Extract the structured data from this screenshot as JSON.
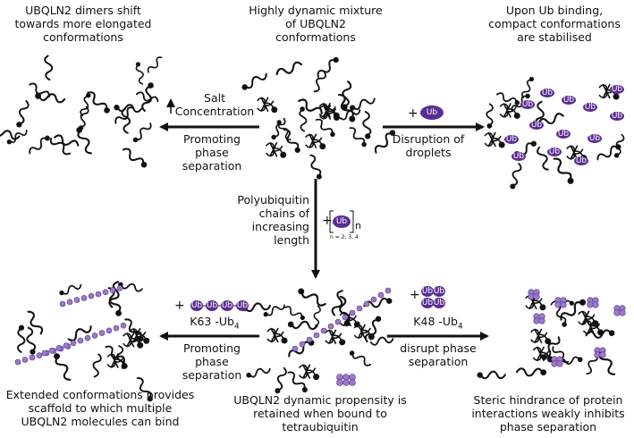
{
  "title_center": "Highly dynamic mixture of UBQLN2 conformations",
  "title_left": "UBQLN2 dimers shift towards more elongated conformations",
  "title_right": "Upon Ub binding, compact conformations are stabilised",
  "arrow_left_top": {
    "label_a": "Salt",
    "label_b": "Concentration",
    "label_c": "Promoting phase separation"
  },
  "arrow_right_top": {
    "plus": "+",
    "ub": "Ub",
    "label": "Disruption of droplets"
  },
  "arrow_down": {
    "label": "Polyubiquitin chains of increasing length",
    "plus": "+",
    "ub": "Ub",
    "subscript_n": "n",
    "n_values": "n = 2, 3, 4"
  },
  "arrow_left_bottom": {
    "plus": "+",
    "ub_chain": [
      "Ub",
      "Ub",
      "Ub",
      "Ub"
    ],
    "k63": "K63 -Ub",
    "k63_sub": "4",
    "label": "Promoting phase separation"
  },
  "arrow_right_bottom": {
    "plus": "+",
    "ub_cluster": [
      "Ub",
      "Ub",
      "Ub",
      "Ub"
    ],
    "k48": "K48 -Ub",
    "k48_sub": "4",
    "label": "disrupt phase separation"
  },
  "caption_left": "Extended conformations provides scaffold to which multiple UBQLN2 molecules can bind",
  "caption_center": "UBQLN2 dynamic propensity is retained when bound to tetraubiquitin",
  "caption_right": "Steric hindrance of protein interactions weakly inhibits phase separation",
  "colors": {
    "ub_purple": "#5b2d91",
    "ub_light": "#9a7bc7",
    "ink": "#111111"
  }
}
